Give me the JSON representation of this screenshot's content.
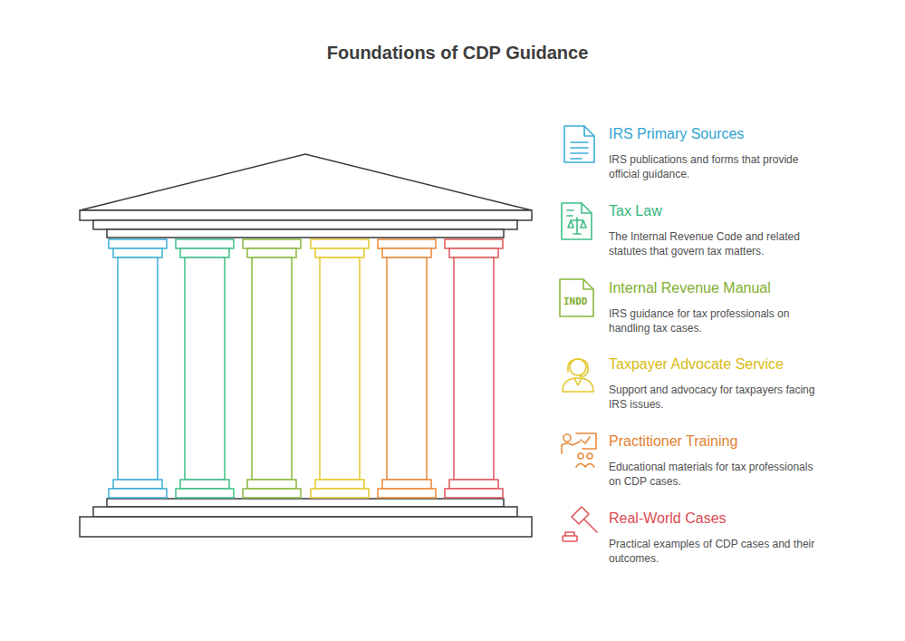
{
  "diagram": {
    "title": "Foundations of CDP Guidance",
    "labels": [
      "IRS Primary Sources",
      "IRS publications and forms that provide official guidance.",
      "Tax Law",
      "The Internal Revenue Code and related statutes that govern tax matters.",
      "INDD",
      "Internal Revenue Manual",
      "IRS guidance for tax professionals on handling tax cases.",
      "Taxpayer Advocate Service",
      "Support and advocacy for taxpayers facing IRS issues.",
      "Practitioner Training",
      "Educational materials for tax professionals on CDP cases.",
      "Real-World Cases",
      "Practical examples of CDP cases and their outcomes."
    ]
  }
}
